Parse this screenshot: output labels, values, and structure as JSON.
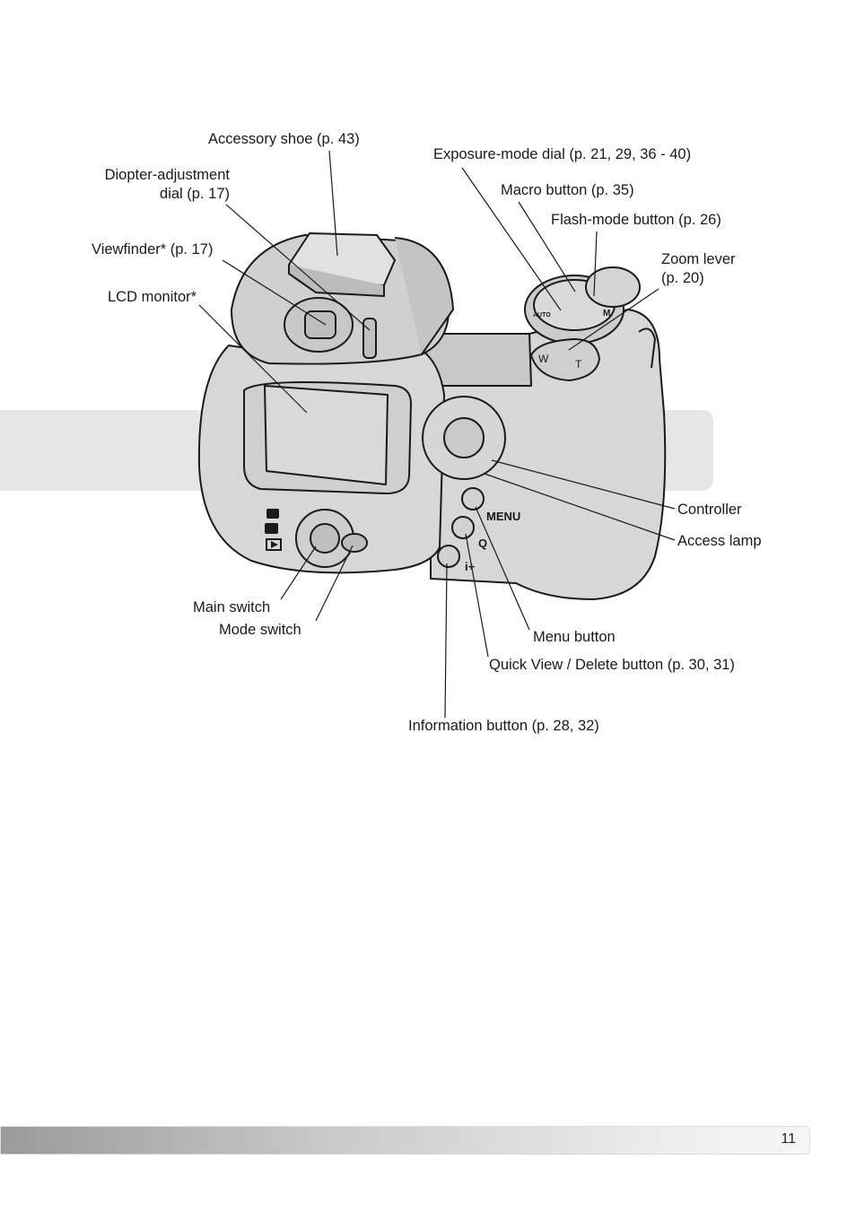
{
  "labels": {
    "accessory_shoe": "Accessory shoe (p. 43)",
    "diopter_line1": "Diopter-adjustment",
    "diopter_line2": "dial (p. 17)",
    "viewfinder": "Viewfinder* (p. 17)",
    "lcd_monitor": "LCD monitor*",
    "exposure_mode_dial": "Exposure-mode dial (p. 21, 29, 36 - 40)",
    "macro_button": "Macro button (p. 35)",
    "flash_mode_button": "Flash-mode button (p. 26)",
    "zoom_lever_line1": "Zoom lever",
    "zoom_lever_line2": "(p. 20)",
    "controller": "Controller",
    "access_lamp": "Access lamp",
    "main_switch": "Main switch",
    "mode_switch": "Mode switch",
    "menu_button": "Menu button",
    "quick_view_delete": "Quick View / Delete button (p. 30, 31)",
    "information_button": "Information button (p. 28, 32)"
  },
  "camera_markings": {
    "menu": "MENU",
    "quick_view": "Q",
    "info": "i+",
    "zoom_wide": "W",
    "zoom_tele": "T",
    "dial_auto": "AUTO",
    "dial_m": "M"
  },
  "footer": {
    "page_number": "11"
  }
}
